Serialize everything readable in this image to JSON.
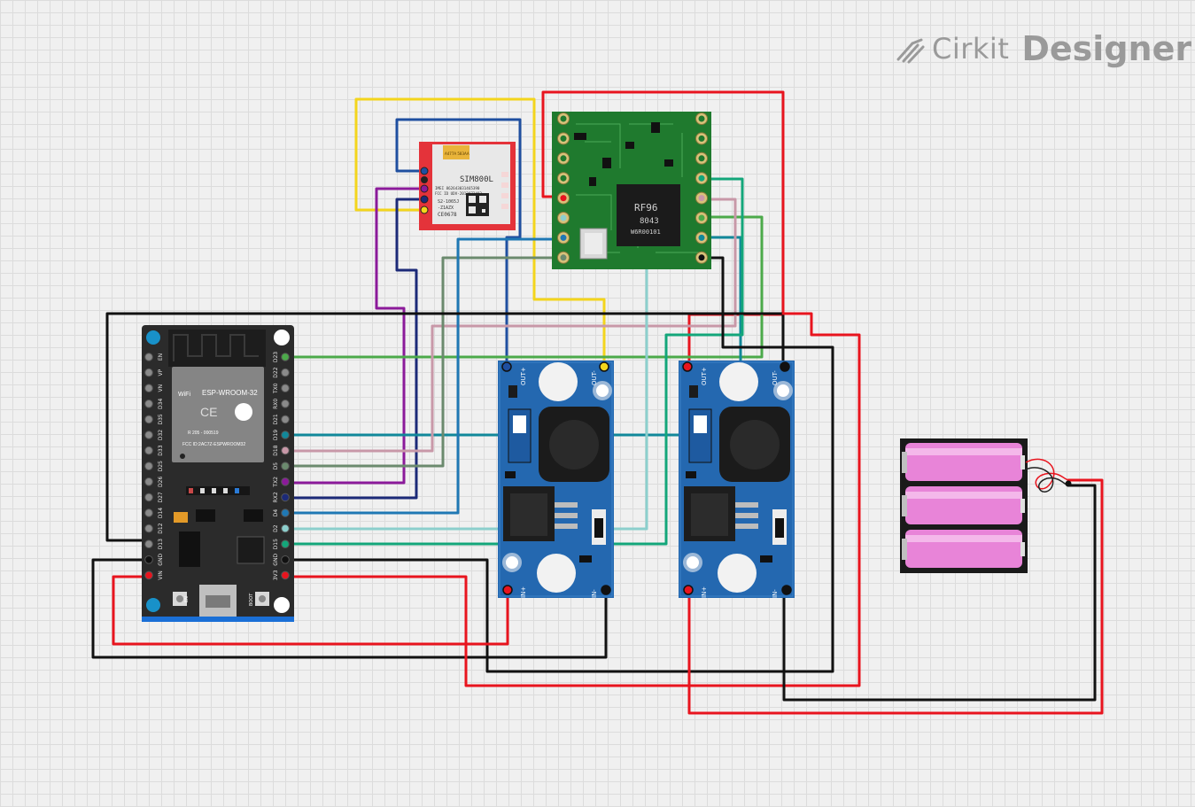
{
  "brand": {
    "name_light": "Cirkit",
    "name_bold": "Designer",
    "icon": "wire-bundle-icon"
  },
  "esp32": {
    "module_label": "ESP-WROOM-32",
    "cert_text": "R 205 - 000519",
    "fcc_text": "FCC ID:2AC7Z-ESPWROOM32",
    "button_en": "EN",
    "button_boot": "BOOT",
    "pins_left": [
      "EN",
      "VP",
      "VN",
      "D34",
      "D35",
      "D32",
      "D33",
      "D25",
      "D26",
      "D27",
      "D14",
      "D12",
      "D13",
      "GND",
      "VIN"
    ],
    "pins_right": [
      "D23",
      "D22",
      "TX0",
      "RX0",
      "D21",
      "D19",
      "D18",
      "D5",
      "TX2",
      "RX2",
      "D4",
      "D2",
      "D15",
      "GND",
      "3V3"
    ]
  },
  "sim800l": {
    "title": "SIM800L",
    "imei": "IMEI 862643031465390",
    "fcc": "FCC ID UDV-2013072402",
    "model": "S2-1065J",
    "variant": "-Z1AZX",
    "ce": "CE0678",
    "cap_text": "A477A 583AA"
  },
  "rfm96": {
    "chip_label": "RF96",
    "chip_code": "8043",
    "chip_lot": "W6R00101"
  },
  "buck1": {
    "out_plus": "OUT+",
    "out_minus": "OUT-",
    "in_plus": "IN+",
    "in_minus": "IN-"
  },
  "buck2": {
    "out_plus": "OUT+",
    "out_minus": "OUT-",
    "in_plus": "IN+",
    "in_minus": "IN-"
  },
  "battery": {
    "cells": 3,
    "cell_color": "#e884d8"
  },
  "wire_colors": {
    "power": "#e8141e",
    "ground": "#111111",
    "yellow": "#f3d51c",
    "blue": "#1f4fa0",
    "purple": "#8b1a9a",
    "navy": "#1c2a78",
    "green": "#4caa4a",
    "teal": "#11889a",
    "pink": "#c898a8",
    "gray_green": "#6b8a6e",
    "light_cyan": "#8ccfcd",
    "emerald": "#13a67a",
    "steel_blue": "#1f78b4"
  }
}
